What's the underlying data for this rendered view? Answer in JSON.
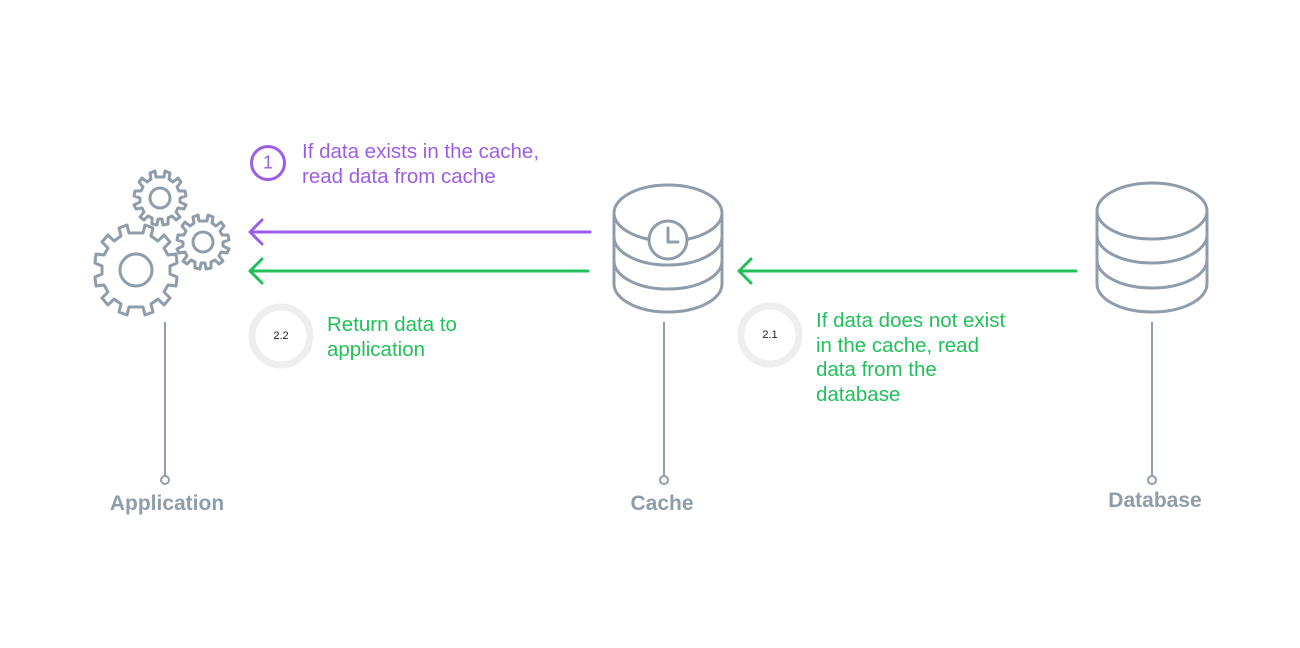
{
  "nodes": {
    "application": "Application",
    "cache": "Cache",
    "database": "Database"
  },
  "steps": {
    "step1": {
      "badge": "1",
      "lines": [
        "If data exists in the cache,",
        "read data from cache"
      ]
    },
    "step2_1": {
      "badge": "2.1",
      "lines": [
        "If data does not exist",
        "in the cache, read",
        "data from the",
        "database"
      ]
    },
    "step2_2": {
      "badge": "2.2",
      "lines": [
        "Return data to",
        "application"
      ]
    }
  },
  "colors": {
    "icon_stroke": "#8f9ca9",
    "step1": "#9c5ee6",
    "step2": "#22bf5b",
    "badge_ring": "#eeeeee"
  },
  "icons": {
    "application": "gears-icon",
    "cache": "database-with-clock-icon",
    "database": "database-icon"
  }
}
